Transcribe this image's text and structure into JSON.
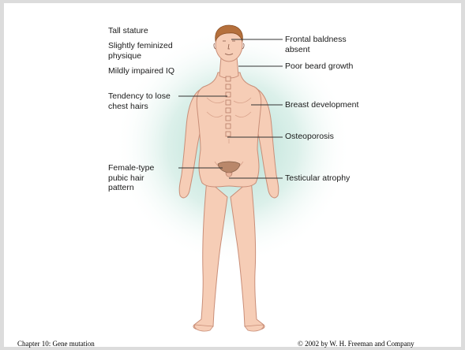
{
  "labels": {
    "tall_stature": "Tall stature",
    "feminized_physique": "Slightly feminized\nphysique",
    "impaired_iq": "Mildly impaired IQ",
    "chest_hairs": "Tendency to lose\nchest hairs",
    "pubic_hair": "Female-type\npubic hair\npattern",
    "frontal_baldness": "Frontal baldness\nabsent",
    "beard": "Poor beard growth",
    "breast": "Breast development",
    "osteoporosis": "Osteoporosis",
    "testicular": "Testicular atrophy"
  },
  "footer": {
    "left": "Chapter 10: Gene mutation",
    "right": "© 2002 by W. H. Freeman and Company"
  },
  "colors": {
    "skin": "#f6cdb6",
    "skin_edge": "#c98e78",
    "hair": "#b5703c",
    "glow": "#a9d9cc",
    "leader": "#333333"
  }
}
